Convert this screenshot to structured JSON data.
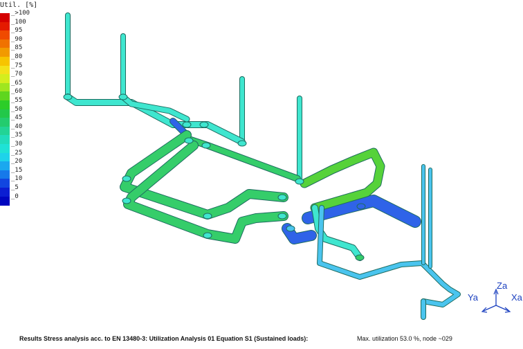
{
  "legend": {
    "title": "Util. [%]",
    "entries": [
      {
        "label": ">100",
        "color": "#d40000"
      },
      {
        "label": "100",
        "color": "#e41a00"
      },
      {
        "label": "95",
        "color": "#f04a00"
      },
      {
        "label": "90",
        "color": "#f07200"
      },
      {
        "label": "85",
        "color": "#f29a00"
      },
      {
        "label": "80",
        "color": "#f7c400"
      },
      {
        "label": "75",
        "color": "#f3e21a"
      },
      {
        "label": "70",
        "color": "#d4ee1e"
      },
      {
        "label": "65",
        "color": "#9fe61f"
      },
      {
        "label": "60",
        "color": "#5fd61e"
      },
      {
        "label": "55",
        "color": "#2ccd28"
      },
      {
        "label": "50",
        "color": "#22c84a"
      },
      {
        "label": "45",
        "color": "#23cc6e"
      },
      {
        "label": "40",
        "color": "#22d495"
      },
      {
        "label": "35",
        "color": "#21dcbb"
      },
      {
        "label": "30",
        "color": "#1fe2d6"
      },
      {
        "label": "25",
        "color": "#1ed3ea"
      },
      {
        "label": "20",
        "color": "#1aa8ef"
      },
      {
        "label": "15",
        "color": "#1679ea"
      },
      {
        "label": "10",
        "color": "#1146e0"
      },
      {
        "label": "5",
        "color": "#0b1ed2"
      },
      {
        "label": "0",
        "color": "#0006c0"
      }
    ]
  },
  "axes": {
    "y_label": "Ya",
    "z_label": "Za",
    "x_label": "Xa"
  },
  "status": {
    "main": "Results Stress analysis acc. to EN 13480-3: Utilization Analysis 01  Equation S1 (Sustained loads):",
    "max": "Max. utilization 53.0 %, node ~029"
  },
  "colors": {
    "cyan": "#3fe6cf",
    "green": "#35cd6a",
    "lime": "#56d23a",
    "blue": "#2f63e8",
    "lightblue": "#4ac4ee",
    "outline": "#1d6b5f"
  }
}
